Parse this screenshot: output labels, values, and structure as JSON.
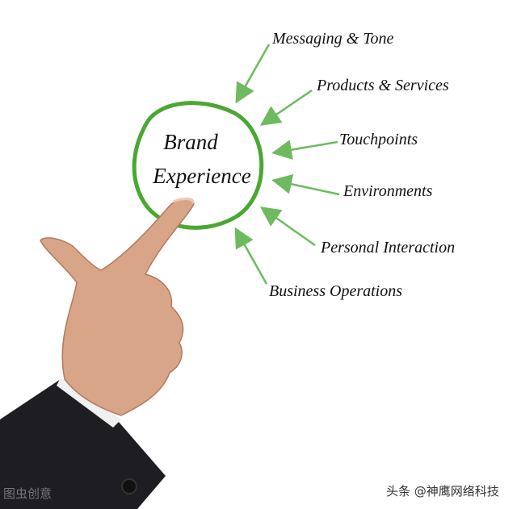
{
  "center": {
    "line1": "Brand",
    "line2": "Experience"
  },
  "items": [
    {
      "label": "Messaging & Tone"
    },
    {
      "label": "Products & Services"
    },
    {
      "label": "Touchpoints"
    },
    {
      "label": "Environments"
    },
    {
      "label": "Personal Interaction"
    },
    {
      "label": "Business Operations"
    }
  ],
  "colors": {
    "accent": "#4aa832",
    "arrow": "#6dbb5e"
  },
  "watermarks": {
    "left": "图虫创意",
    "right": "头条 @神鹰网络科技"
  }
}
